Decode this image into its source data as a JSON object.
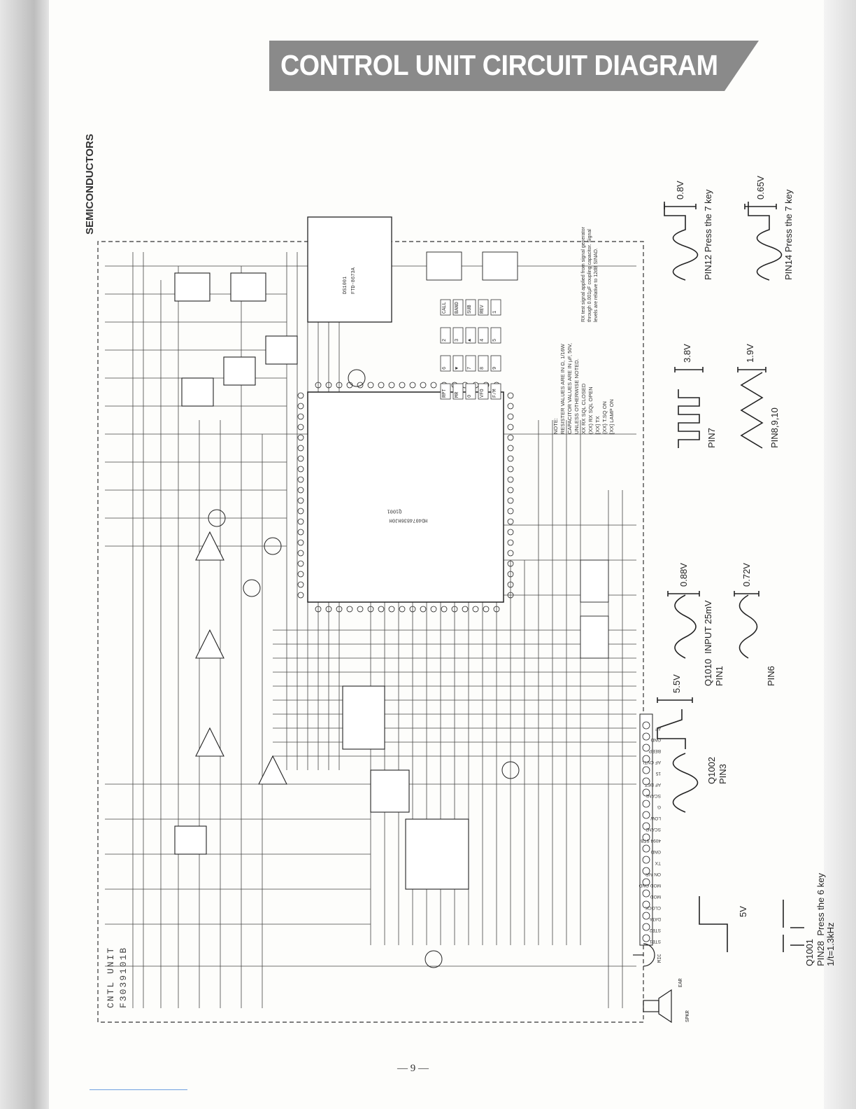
{
  "title": "CONTROL UNIT CIRCUIT DIAGRAM",
  "section_label": "SEMICONDUCTORS",
  "unit_label": "CNTL UNIT",
  "unit_code": "F3039101B",
  "page_number": "— 9 —",
  "ics": {
    "main_cpu_label": "Q1001",
    "main_cpu_part": "HD4074836HJ0H",
    "lcd_label": "DS1001",
    "lcd_part": "FTD-8673A"
  },
  "note": {
    "heading": "NOTE:",
    "lines": [
      "RESISTER VALUES ARE IN Ω, 1/16W",
      "CAPACITOR VALUES ARE IN µF, 50V,",
      "UNLESS OTHERWISE NOTED.",
      "XX  RX SQL CLOSED",
      "(XX) RX SQL OPEN",
      "[XX] TX",
      "{XX} T.SQ ON",
      "[XX] LAMP ON"
    ]
  },
  "rx_note": "RX test signal applied from signal generator through 0.001µF coupling capacitor. Signal levels are relative to 12dB SINAD.",
  "keypad": {
    "keys": [
      "CALL",
      "BAND",
      "SUB",
      "REV",
      "1",
      "2",
      "3",
      "▲",
      "4",
      "5",
      "6",
      "▼",
      "7",
      "8",
      "9",
      "RPT",
      "MR",
      "0",
      "VFO",
      "F/M"
    ]
  },
  "connector_pins": [
    "STB1",
    "STB2",
    "DATA",
    "CLOCK",
    "MOD",
    "MOD GND",
    "ON AIR",
    "TX",
    "GND",
    "4094 STB",
    "SCAN2",
    "LOW",
    "G",
    "SCAN1",
    "AF DET",
    "15",
    "AF CNTL",
    "BEEP",
    "GND",
    "AF"
  ],
  "waveforms": [
    {
      "label": "Q1010  INPUT 25mV\nPIN1",
      "level": "0.88V"
    },
    {
      "label": "PIN6",
      "level": "0.72V"
    },
    {
      "label": "PIN7",
      "level": "3.8V"
    },
    {
      "label": "PIN8,9,10",
      "level": "1.9V"
    },
    {
      "label": "PIN12  Press the 7 key",
      "level": "0.8V"
    },
    {
      "label": "PIN14  Press the 7 key",
      "level": "0.65V"
    },
    {
      "label": "Q1001\nPIN28  Press the 6 key",
      "level": "5V"
    },
    {
      "label": "Q1002\nPIN3",
      "level": "5.5V"
    }
  ],
  "freq_note": "1/t=1.3kHz",
  "speaker_label": "SPKR",
  "earphone_label": "EAR",
  "mic_label": "MIC"
}
